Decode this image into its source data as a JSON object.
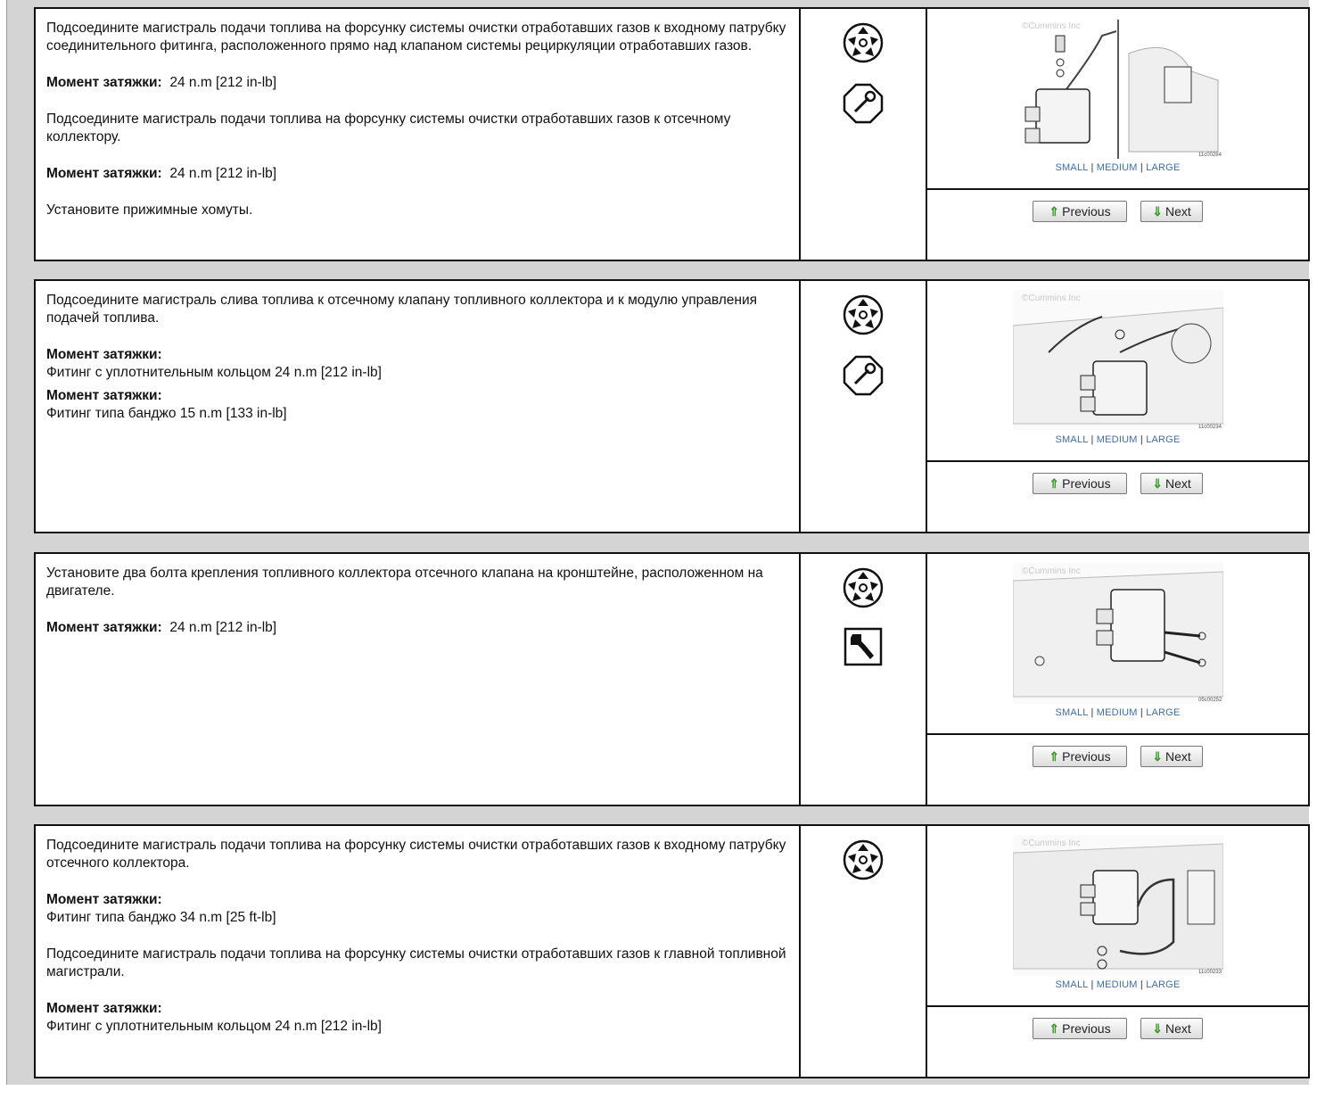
{
  "size_links": {
    "small": "SMALL",
    "medium": "MEDIUM",
    "large": "LARGE",
    "sep": "|"
  },
  "nav": {
    "previous": "Previous",
    "next": "Next"
  },
  "steps": [
    {
      "texts": [
        "Подсоедините магистраль подачи топлива на форсунку системы очистки отработавших газов к входному патрубку соединительного фитинга, расположенного прямо над клапаном системы рециркуляции отработавших газов.",
        "Момент затяжки:",
        "24  n.m  [212 in-lb]",
        "Подсоедините магистраль подачи топлива на форсунку системы очистки отработавших газов к отсечному коллектору.",
        "Момент затяжки:",
        "24  n.m  [212 in-lb]",
        "Установите прижимные хомуты."
      ],
      "icons": [
        "part-wheel-icon",
        "torque-wrench-icon"
      ],
      "figure_code": "11c00284"
    },
    {
      "texts": [
        "Подсоедините магистраль слива топлива к отсечному клапану топливного коллектора и к модулю управления подачей топлива.",
        "Момент затяжки:",
        "Фитинг с уплотнительным кольцом  24  n.m  [212 in-lb]",
        "Момент затяжки:",
        "Фитинг типа банджо  15  n.m  [133 in-lb]"
      ],
      "icons": [
        "part-wheel-icon",
        "torque-wrench-icon"
      ],
      "figure_code": "11c00234"
    },
    {
      "texts": [
        "Установите два болта крепления топливного коллектора отсечного клапана на кронштейне, расположенном на двигателе.",
        "Момент затяжки:",
        "24  n.m  [212 in-lb]"
      ],
      "icons": [
        "part-wheel-icon",
        "wrench-icon"
      ],
      "figure_code": "05c00252"
    },
    {
      "texts": [
        "Подсоедините магистраль подачи топлива на форсунку системы очистки отработавших газов к входному патрубку отсечного коллектора.",
        "Момент затяжки:",
        "Фитинг типа банджо  34  n.m  [25 ft-lb]",
        "Подсоедините магистраль подачи топлива на форсунку системы очистки отработавших газов к главной топливной магистрали.",
        "Момент затяжки:",
        "Фитинг с уплотнительным кольцом  24  n.m  [212 in-lb]"
      ],
      "icons": [
        "part-wheel-icon"
      ],
      "figure_code": "11c00233"
    }
  ],
  "watermark": "©Cummins Inc"
}
